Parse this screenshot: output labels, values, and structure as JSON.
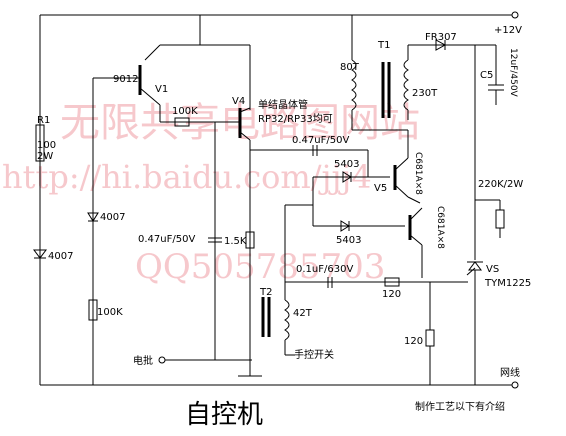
{
  "watermark": {
    "line1": "无限共享电路图网站",
    "line2": "http://hi.baidu.com/jjj4",
    "line3": "QQ505785703"
  },
  "rails": {
    "vcc": "+12V",
    "vs": "VS",
    "grid": "网线"
  },
  "components": {
    "v1_part": "9012",
    "v1_ref": "V1",
    "v4_ref": "V4",
    "v4_desc1": "单结晶体管",
    "v4_desc2": "RP32/RP33均可",
    "r1_ref": "R1",
    "r1_val1": "100",
    "r1_val2": "2W",
    "d_top": "4007",
    "d_left": "4007",
    "r_100k_a": "100K",
    "r_100k_b": "100K",
    "c_047": "0.47uF/50V",
    "r_15k": "1.5K",
    "c_047b": "0.47uF/50V",
    "d5403a": "5403",
    "d5403b": "5403",
    "v5_part": "C681A×8",
    "v5_ref": "V5",
    "v6_part": "C681A×8",
    "t1_ref": "T1",
    "t1_p": "80T",
    "t1_s": "230T",
    "fr307": "FR307",
    "c5_ref": "C5",
    "c5_val": "12uF/450V",
    "r_220k": "220K/2W",
    "c_01": "0.1uF/630V",
    "r_120a": "120",
    "r_120b": "120",
    "t2_ref": "T2",
    "t2_turns": "42T",
    "tym": "TYM1225",
    "battery": "电批",
    "manual_switch": "手控开关"
  },
  "footer": {
    "title": "自控机",
    "note": "制作工艺以下有介绍"
  }
}
